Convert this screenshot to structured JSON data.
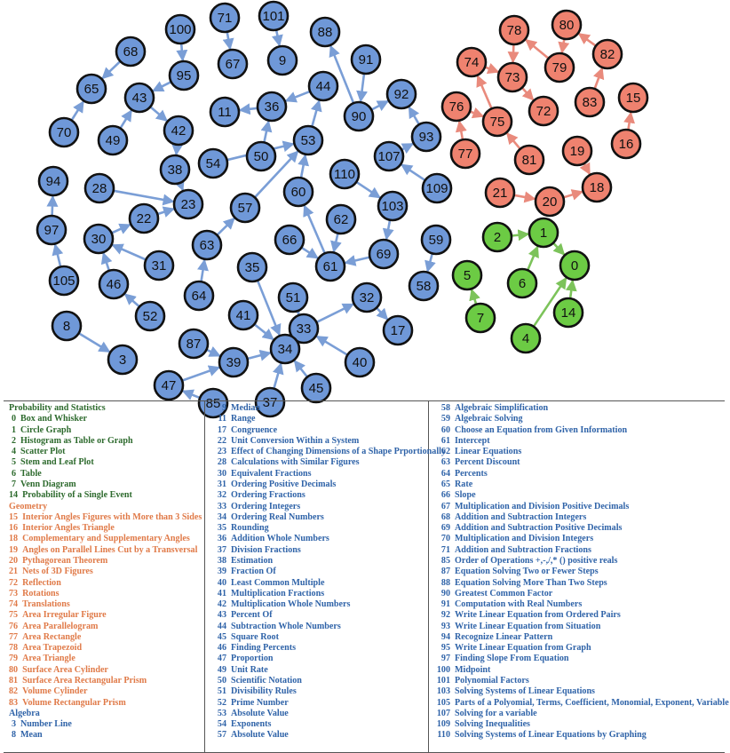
{
  "graph": {
    "colors": {
      "blue": "#6f98d8",
      "red": "#ef826f",
      "green": "#6ccb44"
    },
    "nodes": [
      {
        "id": "100",
        "c": "blue"
      },
      {
        "id": "71",
        "c": "blue"
      },
      {
        "id": "101",
        "c": "blue"
      },
      {
        "id": "88",
        "c": "blue"
      },
      {
        "id": "68",
        "c": "blue"
      },
      {
        "id": "95",
        "c": "blue"
      },
      {
        "id": "67",
        "c": "blue"
      },
      {
        "id": "9",
        "c": "blue"
      },
      {
        "id": "91",
        "c": "blue"
      },
      {
        "id": "65",
        "c": "blue"
      },
      {
        "id": "43",
        "c": "blue"
      },
      {
        "id": "44",
        "c": "blue"
      },
      {
        "id": "92",
        "c": "blue"
      },
      {
        "id": "36",
        "c": "blue"
      },
      {
        "id": "11",
        "c": "blue"
      },
      {
        "id": "90",
        "c": "blue"
      },
      {
        "id": "70",
        "c": "blue"
      },
      {
        "id": "49",
        "c": "blue"
      },
      {
        "id": "42",
        "c": "blue"
      },
      {
        "id": "93",
        "c": "blue"
      },
      {
        "id": "53",
        "c": "blue"
      },
      {
        "id": "50",
        "c": "blue"
      },
      {
        "id": "54",
        "c": "blue"
      },
      {
        "id": "38",
        "c": "blue"
      },
      {
        "id": "107",
        "c": "blue"
      },
      {
        "id": "110",
        "c": "blue"
      },
      {
        "id": "109",
        "c": "blue"
      },
      {
        "id": "94",
        "c": "blue"
      },
      {
        "id": "28",
        "c": "blue"
      },
      {
        "id": "23",
        "c": "blue"
      },
      {
        "id": "60",
        "c": "blue"
      },
      {
        "id": "103",
        "c": "blue"
      },
      {
        "id": "57",
        "c": "blue"
      },
      {
        "id": "22",
        "c": "blue"
      },
      {
        "id": "62",
        "c": "blue"
      },
      {
        "id": "97",
        "c": "blue"
      },
      {
        "id": "30",
        "c": "blue"
      },
      {
        "id": "59",
        "c": "blue"
      },
      {
        "id": "66",
        "c": "blue"
      },
      {
        "id": "69",
        "c": "blue"
      },
      {
        "id": "63",
        "c": "blue"
      },
      {
        "id": "61",
        "c": "blue"
      },
      {
        "id": "31",
        "c": "blue"
      },
      {
        "id": "35",
        "c": "blue"
      },
      {
        "id": "58",
        "c": "blue"
      },
      {
        "id": "105",
        "c": "blue"
      },
      {
        "id": "46",
        "c": "blue"
      },
      {
        "id": "51",
        "c": "blue"
      },
      {
        "id": "32",
        "c": "blue"
      },
      {
        "id": "64",
        "c": "blue"
      },
      {
        "id": "52",
        "c": "blue"
      },
      {
        "id": "41",
        "c": "blue"
      },
      {
        "id": "33",
        "c": "blue"
      },
      {
        "id": "17",
        "c": "blue"
      },
      {
        "id": "8",
        "c": "blue"
      },
      {
        "id": "87",
        "c": "blue"
      },
      {
        "id": "34",
        "c": "blue"
      },
      {
        "id": "3",
        "c": "blue"
      },
      {
        "id": "39",
        "c": "blue"
      },
      {
        "id": "40",
        "c": "blue"
      },
      {
        "id": "47",
        "c": "blue"
      },
      {
        "id": "45",
        "c": "blue"
      },
      {
        "id": "37",
        "c": "blue"
      },
      {
        "id": "85",
        "c": "blue"
      },
      {
        "id": "78",
        "c": "red"
      },
      {
        "id": "80",
        "c": "red"
      },
      {
        "id": "74",
        "c": "red"
      },
      {
        "id": "73",
        "c": "red"
      },
      {
        "id": "79",
        "c": "red"
      },
      {
        "id": "82",
        "c": "red"
      },
      {
        "id": "76",
        "c": "red"
      },
      {
        "id": "75",
        "c": "red"
      },
      {
        "id": "72",
        "c": "red"
      },
      {
        "id": "83",
        "c": "red"
      },
      {
        "id": "15",
        "c": "red"
      },
      {
        "id": "77",
        "c": "red"
      },
      {
        "id": "81",
        "c": "red"
      },
      {
        "id": "16",
        "c": "red"
      },
      {
        "id": "19",
        "c": "red"
      },
      {
        "id": "21",
        "c": "red"
      },
      {
        "id": "20",
        "c": "red"
      },
      {
        "id": "18",
        "c": "red"
      },
      {
        "id": "2",
        "c": "green"
      },
      {
        "id": "1",
        "c": "green"
      },
      {
        "id": "0",
        "c": "green"
      },
      {
        "id": "5",
        "c": "green"
      },
      {
        "id": "6",
        "c": "green"
      },
      {
        "id": "7",
        "c": "green"
      },
      {
        "id": "14",
        "c": "green"
      },
      {
        "id": "4",
        "c": "green"
      }
    ],
    "edges": [
      [
        "100",
        "95"
      ],
      [
        "95",
        "43"
      ],
      [
        "68",
        "65"
      ],
      [
        "70",
        "65"
      ],
      [
        "71",
        "67"
      ],
      [
        "101",
        "9"
      ],
      [
        "43",
        "42"
      ],
      [
        "49",
        "43"
      ],
      [
        "42",
        "38"
      ],
      [
        "38",
        "23"
      ],
      [
        "28",
        "23"
      ],
      [
        "22",
        "23"
      ],
      [
        "30",
        "22"
      ],
      [
        "31",
        "30"
      ],
      [
        "46",
        "30"
      ],
      [
        "52",
        "46"
      ],
      [
        "105",
        "97"
      ],
      [
        "97",
        "94"
      ],
      [
        "8",
        "3"
      ],
      [
        "36",
        "11"
      ],
      [
        "44",
        "36"
      ],
      [
        "50",
        "36"
      ],
      [
        "54",
        "53"
      ],
      [
        "53",
        "44"
      ],
      [
        "57",
        "53"
      ],
      [
        "63",
        "57"
      ],
      [
        "64",
        "63"
      ],
      [
        "90",
        "88"
      ],
      [
        "91",
        "90"
      ],
      [
        "90",
        "92"
      ],
      [
        "93",
        "92"
      ],
      [
        "107",
        "93"
      ],
      [
        "109",
        "107"
      ],
      [
        "110",
        "103"
      ],
      [
        "103",
        "69"
      ],
      [
        "69",
        "61"
      ],
      [
        "60",
        "53"
      ],
      [
        "61",
        "60"
      ],
      [
        "66",
        "61"
      ],
      [
        "62",
        "61"
      ],
      [
        "59",
        "58"
      ],
      [
        "35",
        "34"
      ],
      [
        "41",
        "34"
      ],
      [
        "51",
        "33"
      ],
      [
        "34",
        "33"
      ],
      [
        "33",
        "32"
      ],
      [
        "32",
        "17"
      ],
      [
        "40",
        "33"
      ],
      [
        "87",
        "39"
      ],
      [
        "39",
        "34"
      ],
      [
        "47",
        "39"
      ],
      [
        "85",
        "47"
      ],
      [
        "37",
        "34"
      ],
      [
        "45",
        "34"
      ],
      [
        "74",
        "73"
      ],
      [
        "78",
        "73"
      ],
      [
        "73",
        "72"
      ],
      [
        "79",
        "78"
      ],
      [
        "80",
        "79"
      ],
      [
        "82",
        "80"
      ],
      [
        "83",
        "82"
      ],
      [
        "76",
        "75"
      ],
      [
        "75",
        "74"
      ],
      [
        "81",
        "75"
      ],
      [
        "77",
        "76"
      ],
      [
        "16",
        "15"
      ],
      [
        "19",
        "18"
      ],
      [
        "21",
        "20"
      ],
      [
        "20",
        "18"
      ],
      [
        "2",
        "1"
      ],
      [
        "1",
        "0"
      ],
      [
        "6",
        "1"
      ],
      [
        "7",
        "5"
      ],
      [
        "4",
        "0"
      ],
      [
        "14",
        "0"
      ]
    ]
  },
  "legend": {
    "col1": [
      {
        "h": "Probability and Statistics",
        "cat": "stat"
      },
      {
        "id": "0",
        "t": "Box and Whisker",
        "cat": "stat"
      },
      {
        "id": "1",
        "t": "Circle Graph",
        "cat": "stat"
      },
      {
        "id": "2",
        "t": "Histogram as Table or Graph",
        "cat": "stat"
      },
      {
        "id": "4",
        "t": "Scatter Plot",
        "cat": "stat"
      },
      {
        "id": "5",
        "t": "Stem and Leaf Plot",
        "cat": "stat"
      },
      {
        "id": "6",
        "t": "Table",
        "cat": "stat"
      },
      {
        "id": "7",
        "t": "Venn Diagram",
        "cat": "stat"
      },
      {
        "id": "14",
        "t": "Probability of a Single Event",
        "cat": "stat"
      },
      {
        "h": "Geometry",
        "cat": "geo"
      },
      {
        "id": "15",
        "t": "Interior Angles Figures with More than 3 Sides",
        "cat": "geo"
      },
      {
        "id": "16",
        "t": "Interior Angles Triangle",
        "cat": "geo"
      },
      {
        "id": "18",
        "t": "Complementary and Supplementary Angles",
        "cat": "geo"
      },
      {
        "id": "19",
        "t": "Angles on Parallel Lines Cut by a Transversal",
        "cat": "geo"
      },
      {
        "id": "20",
        "t": "Pythagorean Theorem",
        "cat": "geo"
      },
      {
        "id": "21",
        "t": "Nets of 3D Figures",
        "cat": "geo"
      },
      {
        "id": "72",
        "t": "Reflection",
        "cat": "geo"
      },
      {
        "id": "73",
        "t": "Rotations",
        "cat": "geo"
      },
      {
        "id": "74",
        "t": "Translations",
        "cat": "geo"
      },
      {
        "id": "75",
        "t": "Area Irregular Figure",
        "cat": "geo"
      },
      {
        "id": "76",
        "t": "Area Parallelogram",
        "cat": "geo"
      },
      {
        "id": "77",
        "t": "Area Rectangle",
        "cat": "geo"
      },
      {
        "id": "78",
        "t": "Area Trapezoid",
        "cat": "geo"
      },
      {
        "id": "79",
        "t": "Area Triangle",
        "cat": "geo"
      },
      {
        "id": "80",
        "t": "Surface Area Cylinder",
        "cat": "geo"
      },
      {
        "id": "81",
        "t": "Surface Area Rectangular Prism",
        "cat": "geo"
      },
      {
        "id": "82",
        "t": "Volume Cylinder",
        "cat": "geo"
      },
      {
        "id": "83",
        "t": "Volume Rectangular Prism",
        "cat": "geo"
      },
      {
        "h": "Algebra",
        "cat": "alg"
      },
      {
        "id": "3",
        "t": "Number Line",
        "cat": "alg"
      },
      {
        "id": "8",
        "t": "Mean",
        "cat": "alg"
      }
    ],
    "col2": [
      {
        "id": "9",
        "t": "Median",
        "cat": "alg"
      },
      {
        "id": "11",
        "t": "Range",
        "cat": "alg"
      },
      {
        "id": "17",
        "t": "Congruence",
        "cat": "alg"
      },
      {
        "id": "22",
        "t": "Unit Conversion Within a System",
        "cat": "alg"
      },
      {
        "id": "23",
        "t": "Effect of Changing Dimensions of a Shape Prportionally",
        "cat": "alg"
      },
      {
        "id": "28",
        "t": "Calculations with Similar Figures",
        "cat": "alg"
      },
      {
        "id": "30",
        "t": "Equivalent Fractions",
        "cat": "alg"
      },
      {
        "id": "31",
        "t": "Ordering Positive Decimals",
        "cat": "alg"
      },
      {
        "id": "32",
        "t": "Ordering Fractions",
        "cat": "alg"
      },
      {
        "id": "33",
        "t": "Ordering Integers",
        "cat": "alg"
      },
      {
        "id": "34",
        "t": "Ordering Real Numbers",
        "cat": "alg"
      },
      {
        "id": "35",
        "t": "Rounding",
        "cat": "alg"
      },
      {
        "id": "36",
        "t": "Addition Whole Numbers",
        "cat": "alg"
      },
      {
        "id": "37",
        "t": "Division Fractions",
        "cat": "alg"
      },
      {
        "id": "38",
        "t": "Estimation",
        "cat": "alg"
      },
      {
        "id": "39",
        "t": "Fraction Of",
        "cat": "alg"
      },
      {
        "id": "40",
        "t": "Least Common Multiple",
        "cat": "alg"
      },
      {
        "id": "41",
        "t": "Multiplication Fractions",
        "cat": "alg"
      },
      {
        "id": "42",
        "t": "Multiplication Whole Numbers",
        "cat": "alg"
      },
      {
        "id": "43",
        "t": "Percent Of",
        "cat": "alg"
      },
      {
        "id": "44",
        "t": "Subtraction Whole Numbers",
        "cat": "alg"
      },
      {
        "id": "45",
        "t": "Square Root",
        "cat": "alg"
      },
      {
        "id": "46",
        "t": "Finding Percents",
        "cat": "alg"
      },
      {
        "id": "47",
        "t": "Proportion",
        "cat": "alg"
      },
      {
        "id": "49",
        "t": "Unit Rate",
        "cat": "alg"
      },
      {
        "id": "50",
        "t": "Scientific Notation",
        "cat": "alg"
      },
      {
        "id": "51",
        "t": "Divisibility Rules",
        "cat": "alg"
      },
      {
        "id": "52",
        "t": "Prime Number",
        "cat": "alg"
      },
      {
        "id": "53",
        "t": "Absolute Value",
        "cat": "alg"
      },
      {
        "id": "54",
        "t": "Exponents",
        "cat": "alg"
      },
      {
        "id": "57",
        "t": "Absolute Value",
        "cat": "alg"
      }
    ],
    "col3": [
      {
        "id": "58",
        "t": "Algebraic Simplification",
        "cat": "alg"
      },
      {
        "id": "59",
        "t": "Algebraic Solving",
        "cat": "alg"
      },
      {
        "id": "60",
        "t": "Choose an Equation from Given Information",
        "cat": "alg"
      },
      {
        "id": "61",
        "t": "Intercept",
        "cat": "alg"
      },
      {
        "id": "62",
        "t": "Linear Equations",
        "cat": "alg"
      },
      {
        "id": "63",
        "t": "Percent Discount",
        "cat": "alg"
      },
      {
        "id": "64",
        "t": "Percents",
        "cat": "alg"
      },
      {
        "id": "65",
        "t": "Rate",
        "cat": "alg"
      },
      {
        "id": "66",
        "t": "Slope",
        "cat": "alg"
      },
      {
        "id": "67",
        "t": "Multiplication and Division Positive Decimals",
        "cat": "alg"
      },
      {
        "id": "68",
        "t": "Addition and Subtraction Integers",
        "cat": "alg"
      },
      {
        "id": "69",
        "t": "Addition and Subtraction Positive Decimals",
        "cat": "alg"
      },
      {
        "id": "70",
        "t": "Multiplication and Division Integers",
        "cat": "alg"
      },
      {
        "id": "71",
        "t": "Addition and Subtraction Fractions",
        "cat": "alg"
      },
      {
        "id": "85",
        "t": "Order of Operations +,-,/,* () positive reals",
        "cat": "alg"
      },
      {
        "id": "87",
        "t": "Equation Solving Two or Fewer Steps",
        "cat": "alg"
      },
      {
        "id": "88",
        "t": "Equation Solving More Than Two Steps",
        "cat": "alg"
      },
      {
        "id": "90",
        "t": "Greatest Common Factor",
        "cat": "alg"
      },
      {
        "id": "91",
        "t": "Computation with Real Numbers",
        "cat": "alg"
      },
      {
        "id": "92",
        "t": "Write Linear Equation from Ordered Pairs",
        "cat": "alg"
      },
      {
        "id": "93",
        "t": "Write Linear Equation from Situation",
        "cat": "alg"
      },
      {
        "id": "94",
        "t": "Recognize Linear Pattern",
        "cat": "alg"
      },
      {
        "id": "95",
        "t": "Write Linear Equation from Graph",
        "cat": "alg"
      },
      {
        "id": "97",
        "t": "Finding Slope From Equation",
        "cat": "alg"
      },
      {
        "id": "100",
        "t": "Midpoint",
        "cat": "alg"
      },
      {
        "id": "101",
        "t": "Polynomial Factors",
        "cat": "alg"
      },
      {
        "id": "103",
        "t": "Solving Systems of Linear Equations",
        "cat": "alg"
      },
      {
        "id": "105",
        "t": "Parts of a Polyomial, Terms, Coefficient, Monomial, Exponent, Variable",
        "cat": "alg"
      },
      {
        "id": "107",
        "t": "Solving for a variable",
        "cat": "alg"
      },
      {
        "id": "109",
        "t": "Solving Inequalities",
        "cat": "alg"
      },
      {
        "id": "110",
        "t": "Solving Systems of Linear Equations by Graphing",
        "cat": "alg"
      }
    ]
  }
}
